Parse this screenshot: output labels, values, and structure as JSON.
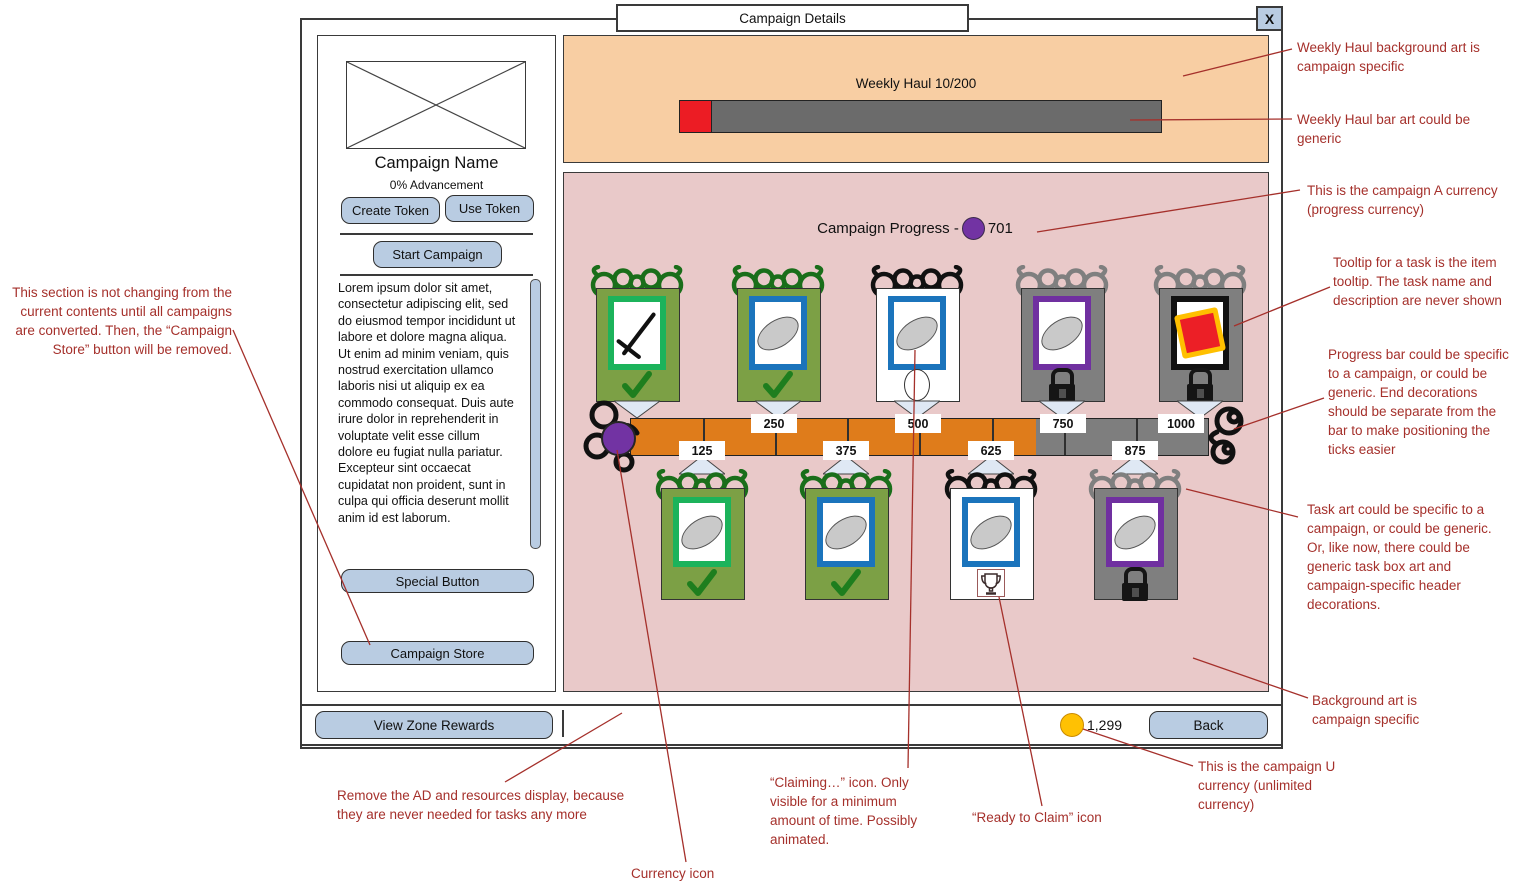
{
  "window": {
    "title": "Campaign Details",
    "close": "X"
  },
  "sidebar": {
    "campaign_name": "Campaign Name",
    "advancement": "0% Advancement",
    "buttons": {
      "create_token": "Create Token",
      "use_token": "Use Token",
      "start_campaign": "Start Campaign",
      "special": "Special Button",
      "campaign_store": "Campaign Store"
    },
    "description": "Lorem ipsum dolor sit amet, consectetur adipiscing elit, sed do eiusmod tempor incididunt ut labore et dolore magna aliqua. Ut enim ad minim veniam, quis nostrud exercitation ullamco laboris nisi ut aliquip ex ea commodo consequat. Duis aute irure dolor in reprehenderit in voluptate velit esse cillum dolore eu fugiat nulla pariatur. Excepteur sint occaecat cupidatat non proident, sunt in culpa qui officia deserunt mollit anim id est laborum."
  },
  "weekly_haul": {
    "title": "Weekly Haul 10/200",
    "current": 10,
    "max": 200
  },
  "progress": {
    "label": "Campaign Progress -",
    "value": "701",
    "max": 1000,
    "ticks": [
      "125",
      "250",
      "375",
      "500",
      "625",
      "750",
      "875",
      "1000"
    ]
  },
  "tasks": {
    "top_row": [
      {
        "frame": "green",
        "content": "sword",
        "status": "complete"
      },
      {
        "frame": "blue",
        "content": "ellipse",
        "status": "complete"
      },
      {
        "frame": "blue",
        "content": "ellipse",
        "status": "claiming"
      },
      {
        "frame": "purple",
        "content": "ellipse",
        "status": "locked"
      },
      {
        "frame": "black",
        "content": "red-square",
        "status": "locked"
      }
    ],
    "bottom_row": [
      {
        "frame": "green",
        "content": "ellipse",
        "status": "complete"
      },
      {
        "frame": "blue",
        "content": "ellipse",
        "status": "complete"
      },
      {
        "frame": "blue",
        "content": "ellipse",
        "status": "ready-to-claim"
      },
      {
        "frame": "purple",
        "content": "ellipse",
        "status": "locked"
      }
    ]
  },
  "footer": {
    "view_zone_rewards": "View Zone Rewards",
    "currency_amount": "1,299",
    "back": "Back"
  },
  "annotations": [
    "Weekly Haul background art is campaign specific",
    "Weekly Haul bar art could be generic",
    "This is the campaign A currency (progress currency)",
    "Tooltip for a task is the item tooltip. The task name and description are never shown",
    "Progress bar could be specific to a campaign, or could be generic. End decorations should be separate from the bar to make positioning the ticks easier",
    "Task art could be specific to a campaign, or could be generic. Or, like now, there could be generic task box art and campaign-specific header decorations.",
    "Background art is campaign specific",
    "This is the campaign U currency (unlimited currency)",
    "This section is not changing from the current contents until all campaigns are converted. Then, the “Campaign Store” button will be removed.",
    "Remove the AD and resources display, because they are never needed for tasks any more",
    "Currency icon",
    "“Claiming…” icon. Only visible for a minimum amount of time. Possibly animated.",
    "“Ready to Claim” icon"
  ],
  "colors": {
    "peach": "#F8CEA3",
    "pink": "#E9C9C9",
    "bar_orange": "#DF7C1B",
    "bar_gray": "#7E7E7E",
    "weekly_bar_gray": "#6B6B6B",
    "purple": "#7030A0",
    "yellow": "#FFC000",
    "red": "#EC1C24",
    "button_blue": "#B9CCE2",
    "green_box": "#7CA045",
    "frame_green": "#1CB35B",
    "frame_blue": "#1B74BC",
    "annotation_red": "#A5302B"
  }
}
